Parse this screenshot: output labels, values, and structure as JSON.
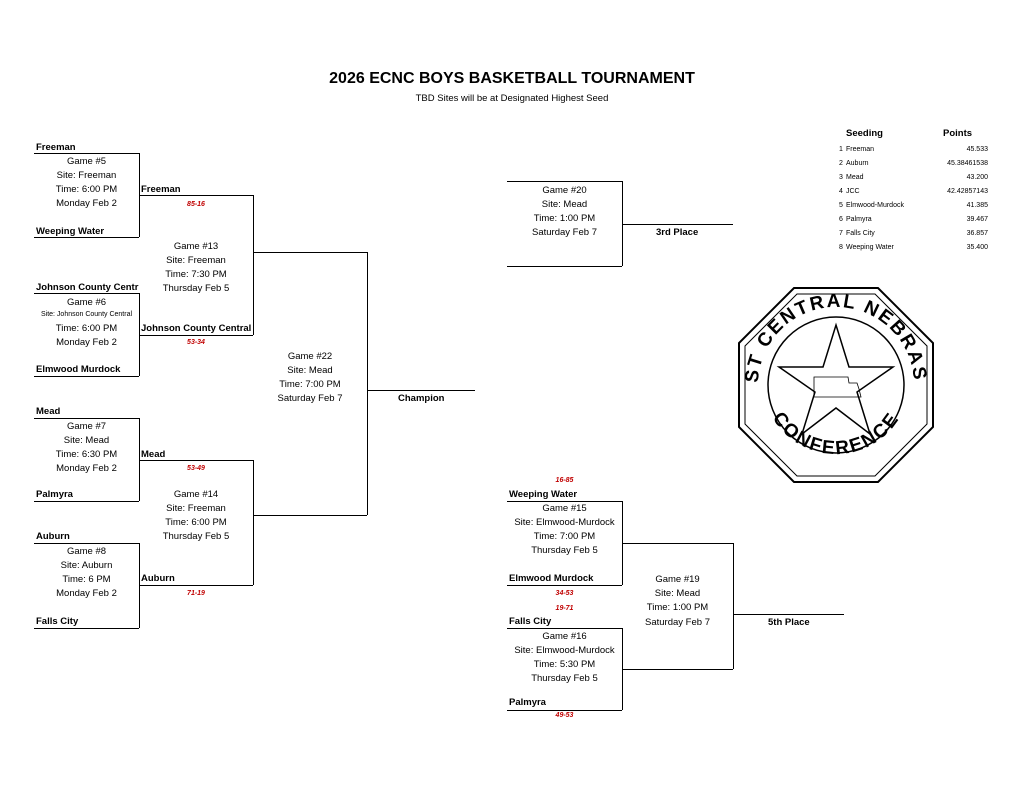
{
  "header": {
    "title": "2026 ECNC BOYS BASKETBALL TOURNAMENT",
    "subtitle": "TBD Sites will be at Designated Highest Seed"
  },
  "teams": {
    "freeman_r1": "Freeman",
    "weeping_water_r1": "Weeping Water",
    "jcc_r1": "Johnson County Centr",
    "elmwood_r1": "Elmwood Murdock",
    "mead_r1": "Mead",
    "palmyra_r1": "Palmyra",
    "auburn_r1": "Auburn",
    "falls_city_r1": "Falls City",
    "freeman_r2": "Freeman",
    "jcc_r2": "Johnson County Central",
    "mead_r2": "Mead",
    "auburn_r2": "Auburn",
    "champion": "Champion",
    "third_place": "3rd Place",
    "fifth_place": "5th Place",
    "weeping_water_cons": "Weeping Water",
    "elmwood_cons": "Elmwood Murdock",
    "falls_city_cons": "Falls City",
    "palmyra_cons": "Palmyra"
  },
  "games": {
    "g5": [
      "Game #5",
      "Site: Freeman",
      "Time: 6:00 PM",
      "Monday Feb 2"
    ],
    "g6": [
      "Game #6",
      "Site: Johnson County Central",
      "Time: 6:00 PM",
      "Monday Feb 2"
    ],
    "g7": [
      "Game #7",
      "Site: Mead",
      "Time: 6:30 PM",
      "Monday Feb 2"
    ],
    "g8": [
      "Game #8",
      "Site: Auburn",
      "Time: 6 PM",
      "Monday Feb 2"
    ],
    "g13": [
      "Game #13",
      "Site: Freeman",
      "Time: 7:30 PM",
      "Thursday Feb 5"
    ],
    "g14": [
      "Game #14",
      "Site: Freeman",
      "Time: 6:00 PM",
      "Thursday Feb 5"
    ],
    "g22": [
      "Game #22",
      "Site: Mead",
      "Time: 7:00 PM",
      "Saturday Feb 7"
    ],
    "g20": [
      "Game #20",
      "Site: Mead",
      "Time: 1:00 PM",
      "Saturday Feb 7"
    ],
    "g15": [
      "Game #15",
      "Site: Elmwood-Murdock",
      "Time: 7:00 PM",
      "Thursday Feb 5"
    ],
    "g16": [
      "Game #16",
      "Site: Elmwood-Murdock",
      "Time: 5:30 PM",
      "Thursday Feb 5"
    ],
    "g19": [
      "Game #19",
      "Site: Mead",
      "Time: 1:00 PM",
      "Saturday Feb 7"
    ]
  },
  "scores": {
    "g5": "85-16",
    "g6": "53-34",
    "g7": "53-49",
    "g8": "71-19",
    "weeping_water": "16-85",
    "elmwood": "34-53",
    "falls_city": "19-71",
    "palmyra": "49-53"
  },
  "seeding": {
    "header_seed": "Seeding",
    "header_points": "Points",
    "rows": [
      {
        "seed": "1",
        "team": "Freeman",
        "points": "45.533"
      },
      {
        "seed": "2",
        "team": "Auburn",
        "points": "45.38461538"
      },
      {
        "seed": "3",
        "team": "Mead",
        "points": "43.200"
      },
      {
        "seed": "4",
        "team": "JCC",
        "points": "42.42857143"
      },
      {
        "seed": "5",
        "team": "Elmwood-Murdock",
        "points": "41.385"
      },
      {
        "seed": "6",
        "team": "Palmyra",
        "points": "39.467"
      },
      {
        "seed": "7",
        "team": "Falls City",
        "points": "36.857"
      },
      {
        "seed": "8",
        "team": "Weeping Water",
        "points": "35.400"
      }
    ]
  },
  "logo": {
    "text_top": "EAST CENTRAL NEBRASKA",
    "text_bottom": "CONFERENCE"
  }
}
